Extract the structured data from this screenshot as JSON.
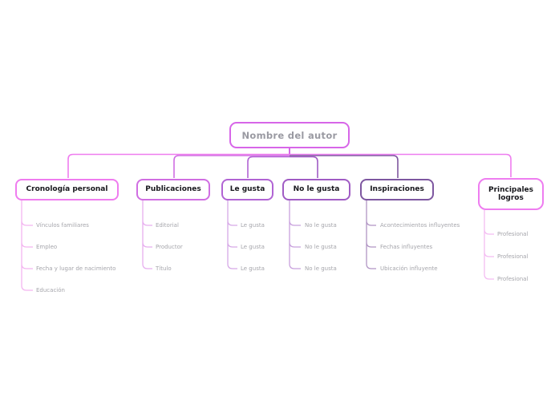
{
  "root": {
    "label": "Nombre del autor",
    "border_color": "#d766e8",
    "text_color": "#9a9aa2"
  },
  "branches": [
    {
      "label": "Cronología personal",
      "color": "#ef7cef",
      "sub_color": "#f3b5f0",
      "children": [
        "Vínculos familiares",
        "Empleo",
        "Fecha y lugar de nacimiento",
        "Educación"
      ]
    },
    {
      "label": "Publicaciones",
      "color": "#d06ee2",
      "sub_color": "#e7aeef",
      "children": [
        "Editorial",
        "Productor",
        "Título"
      ]
    },
    {
      "label": "Le gusta",
      "color": "#b164d4",
      "sub_color": "#d6a9e7",
      "children": [
        "Le gusta",
        "Le gusta",
        "Le gusta"
      ]
    },
    {
      "label": "No le gusta",
      "color": "#a05cc4",
      "sub_color": "#c8a0dd",
      "children": [
        "No le gusta",
        "No le gusta",
        "No le gusta"
      ]
    },
    {
      "label": "Inspiraciones",
      "color": "#7e57a0",
      "sub_color": "#b195c4",
      "children": [
        "Acontecimientos influyentes",
        "Fechas influyentes",
        "Ubicación influyente"
      ]
    },
    {
      "label": "Principales logros",
      "color": "#ee7df0",
      "sub_color": "#f4bcf2",
      "children": [
        "Profesional",
        "Profesional",
        "Profesional"
      ]
    }
  ],
  "background_color": "#ffffff"
}
